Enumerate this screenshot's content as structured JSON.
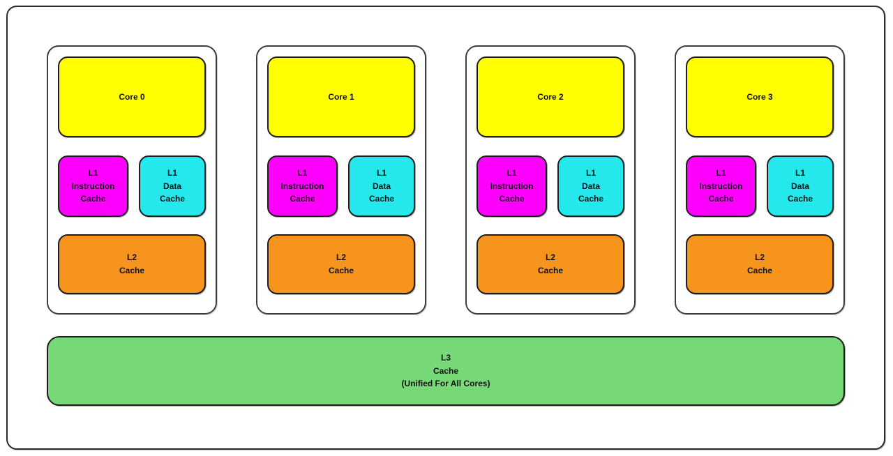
{
  "diagram": {
    "description": "Quad-core CPU cache hierarchy diagram"
  },
  "colors": {
    "core": "#FFFF00",
    "l1_instruction": "#FF00FF",
    "l1_data": "#25E8EC",
    "l2": "#F7941E",
    "l3": "#77D877",
    "border": "#1C1C1C"
  },
  "cores": [
    {
      "name": "Core 0",
      "l1_instruction": "L1\nInstruction\nCache",
      "l1_data": "L1\nData\nCache",
      "l2": "L2\nCache"
    },
    {
      "name": "Core 1",
      "l1_instruction": "L1\nInstruction\nCache",
      "l1_data": "L1\nData\nCache",
      "l2": "L2\nCache"
    },
    {
      "name": "Core 2",
      "l1_instruction": "L1\nInstruction\nCache",
      "l1_data": "L1\nData\nCache",
      "l2": "L2\nCache"
    },
    {
      "name": "Core 3",
      "l1_instruction": "L1\nInstruction\nCache",
      "l1_data": "L1\nData\nCache",
      "l2": "L2\nCache"
    }
  ],
  "l3": {
    "label": "L3\nCache\n(Unified For All Cores)"
  }
}
